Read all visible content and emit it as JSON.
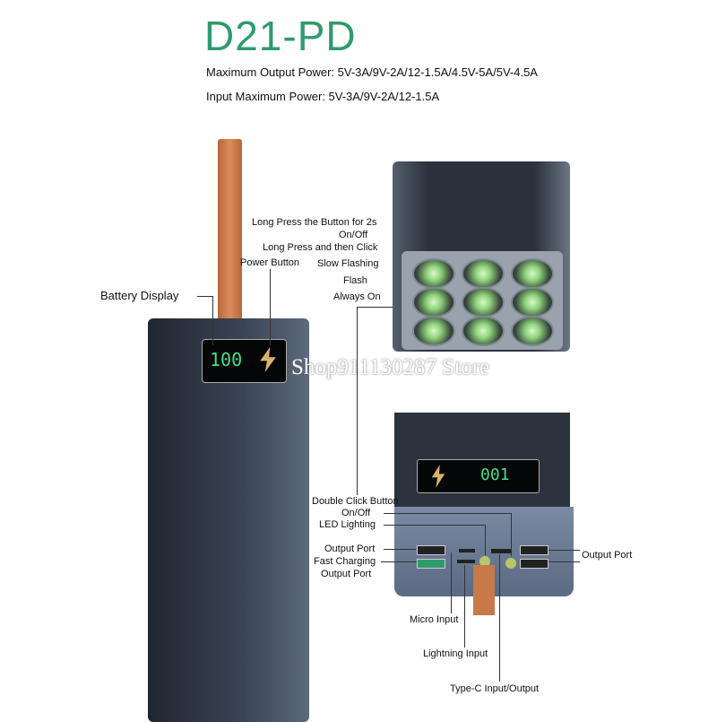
{
  "title": "D21-PD",
  "specs": {
    "output": "Maximum Output Power: 5V-3A/9V-2A/12-1.5A/4.5V-5A/5V-4.5A",
    "input": "Input Maximum Power: 5V-3A/9V-2A/12-1.5A"
  },
  "display": {
    "left_digits": "100",
    "right_digits": "001"
  },
  "watermark": "Shop911130287 Store",
  "labels": {
    "battery_display": "Battery Display",
    "power_button": "Power Button",
    "long_press": "Long Press the Button for 2s",
    "on_off_1": "On/Off",
    "long_press_click": "Long Press and then Click",
    "slow_flashing": "Slow Flashing",
    "flash": "Flash",
    "always_on": "Always On",
    "double_click": "Double Click Button",
    "on_off_2": "On/Off",
    "led_lighting": "LED Lighting",
    "output_port_left": "Output Port",
    "fast_charging": "Fast Charging",
    "fast_output": "Output Port",
    "output_port_right": "Output Port",
    "micro_input": "Micro Input",
    "lightning_input": "Lightning Input",
    "type_c": "Type-C Input/Output"
  },
  "colors": {
    "title": "#2f9b6c",
    "body": "#2c3442",
    "strap": "#c8794a",
    "digits": "#3fe08a"
  }
}
